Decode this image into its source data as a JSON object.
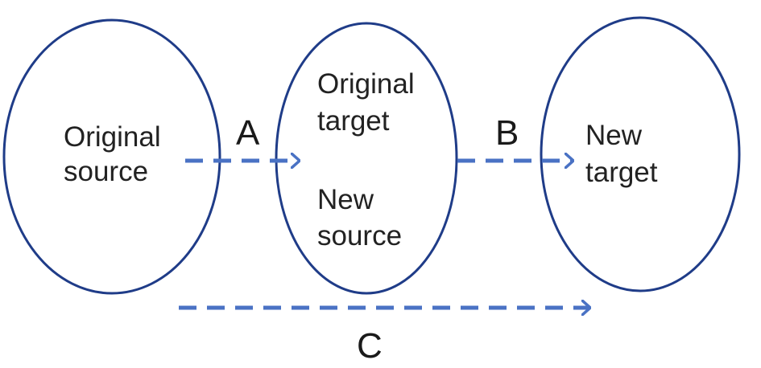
{
  "colors": {
    "ellipse_stroke": "#1f3c88",
    "arrow": "#4a72c4",
    "text": "#222222"
  },
  "nodes": {
    "original_source": {
      "lines": [
        "Original",
        "source"
      ]
    },
    "middle": {
      "top_lines": [
        "Original",
        "target"
      ],
      "bottom_lines": [
        "New",
        "source"
      ]
    },
    "new_target": {
      "lines": [
        "New",
        "target"
      ]
    }
  },
  "edges": {
    "a": {
      "label": "A"
    },
    "b": {
      "label": "B"
    },
    "c": {
      "label": "C"
    }
  }
}
